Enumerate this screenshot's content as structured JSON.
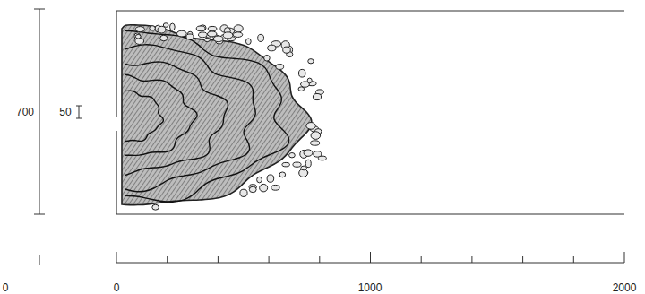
{
  "diagram": {
    "labels": [
      "700",
      "50",
      "0",
      "0",
      "1000",
      "2000"
    ]
  }
}
